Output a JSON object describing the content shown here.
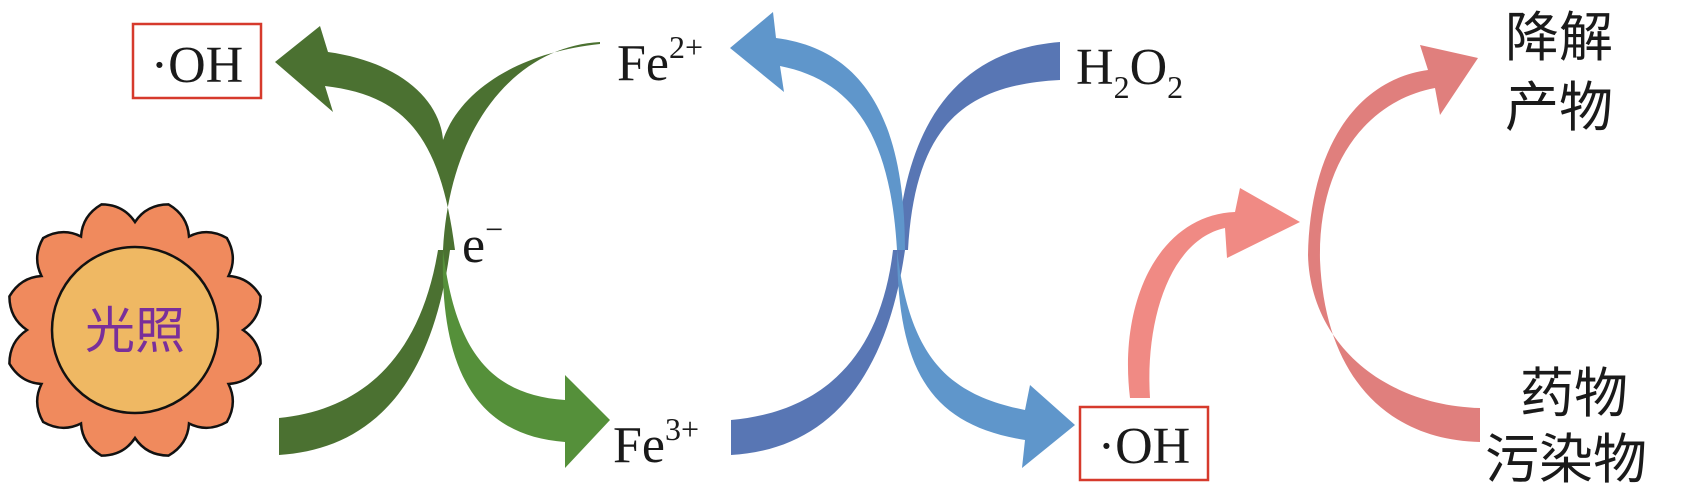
{
  "colors": {
    "green_dark": "#4b7131",
    "green": "#55903a",
    "blue_light": "#5f96cb",
    "blue_dark": "#5876b4",
    "pink": "#f08a84",
    "pink_dark": "#e07f7d",
    "box_stroke": "#d63a2c",
    "sun_outer": "#f08a5d",
    "sun_inner": "#efb863",
    "sun_text": "#7a2f9a"
  },
  "species": {
    "oh_left": "·OH",
    "oh_right": "·OH",
    "fe2": {
      "base": "Fe",
      "charge": "2+"
    },
    "fe3": {
      "base": "Fe",
      "charge": "3+"
    },
    "h2o2": {
      "h": "H",
      "h_sub": "2",
      "o": "O",
      "o_sub": "2"
    },
    "electron": {
      "base": "e",
      "charge": "−"
    }
  },
  "light_source": {
    "label": "光照",
    "icon": "sun-icon"
  },
  "degradation_products": [
    "降解",
    "产物"
  ],
  "pollutants": [
    "药物",
    "污染物"
  ]
}
